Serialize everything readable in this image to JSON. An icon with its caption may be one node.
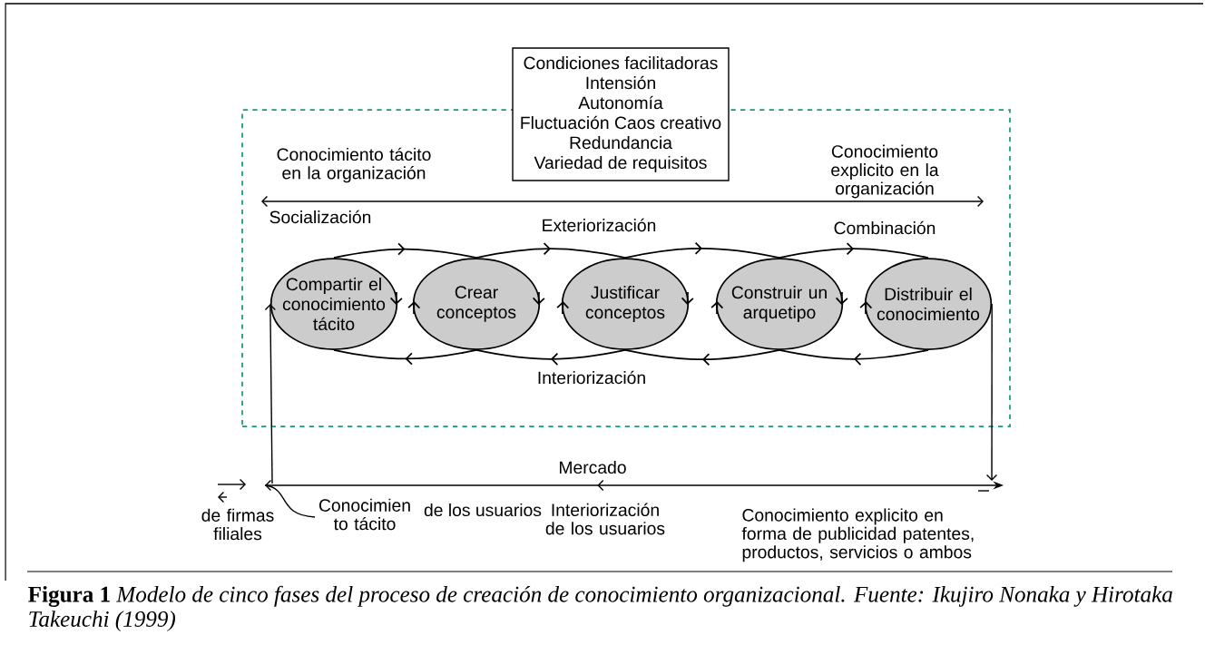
{
  "diagram": {
    "caption": "**Figura 1** *Modelo de cinco fases del proceso de creación de conocimiento organizacional. Fuente: Ikujiro Nonaka y Hirotaka Takeuchi (1999)*",
    "nodes": [
      {
        "text": [],
        "shape": "box"
      },
      {
        "text": [
          "Condiciones facilitadoras",
          "Intensión",
          "Autonomía",
          "Fluctuación Caos creativo",
          "Redundancia",
          "Variedad de requisitos"
        ]
      },
      {
        "text": [
          "Compartir el conocimiento tácito"
        ],
        "in": 0
      },
      {
        "text": [
          "Crear conceptos"
        ],
        "in": 0
      },
      {
        "text": [
          "Justificar conceptos"
        ],
        "in": 0
      },
      {
        "text": [
          "Construir un arquetipo"
        ],
        "in": 0
      },
      {
        "text": [
          "Distribuir el conocimiento"
        ],
        "in": 0
      }
    ],
    "edges": [
      {
        "from": 2,
        "to": 3,
        "arrow": "to"
      },
      {
        "from": 3,
        "to": 4,
        "arrow": "to"
      },
      {
        "from": 4,
        "to": 5,
        "arrow": "to"
      },
      {
        "from": 5,
        "to": 6,
        "arrow": "to"
      },
      {
        "from": 3,
        "to": 2,
        "arrow": "to"
      },
      {
        "from": 4,
        "to": 3,
        "arrow": "to"
      },
      {
        "from": 5,
        "to": 4,
        "arrow": "to"
      },
      {
        "from": 6,
        "to": 5,
        "arrow": "to"
      },
      {
        "from": null,
        "to": 2,
        "arrow": "to"
      },
      {
        "from": 6,
        "to": null,
        "arrow": "to"
      }
    ],
    "labels": [
      "Conocimiento tácito en la organización",
      "Conocimiento explicito en la organización",
      "Socialización",
      "Exteriorización",
      "Combinación",
      "Interiorización",
      "Mercado",
      "de firmas filiales",
      "Conocimien to tácito",
      "de los usuarios",
      "Interiorización de los usuarios",
      "Conocimiento explicito en forma de publicidad patentes, productos, servicios o ambos"
    ]
  }
}
